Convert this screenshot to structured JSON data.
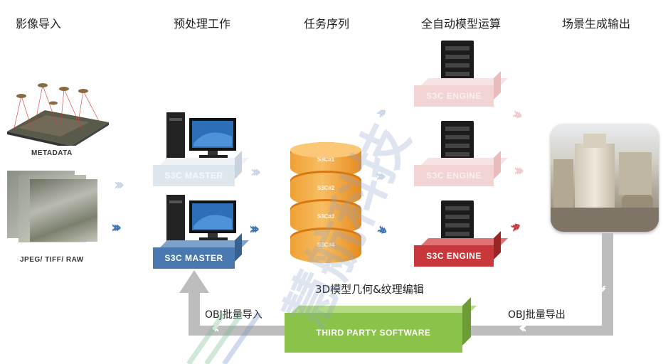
{
  "columns": {
    "import": "影像导入",
    "preprocess": "预处理工作",
    "queue": "任务序列",
    "auto_compute": "全自动模型运算",
    "output": "场景生成输出"
  },
  "inputs": {
    "metadata_label": "METADATA",
    "formats_label": "JPEG/ TIFF/ RAW"
  },
  "master_label": "S3C MASTER",
  "engine_label": "S3C ENGINE",
  "queue_layers": [
    "S3C#1",
    "S3C#2",
    "S3C#3",
    "S3C#4"
  ],
  "third_party": {
    "title": "3D模型几何&纹理编辑",
    "label": "THIRD PARTY SOFTWARE"
  },
  "obj_import": "OBJ批量导入",
  "obj_export": "OBJ批量导出",
  "watermark": "慧航科技",
  "colors": {
    "master": "#4a78b0",
    "engine": "#c8373a",
    "queue": "#f0a035",
    "third_party": "#8bc34a",
    "route": "#bdbdbd",
    "chevron": "#3f74b4"
  }
}
